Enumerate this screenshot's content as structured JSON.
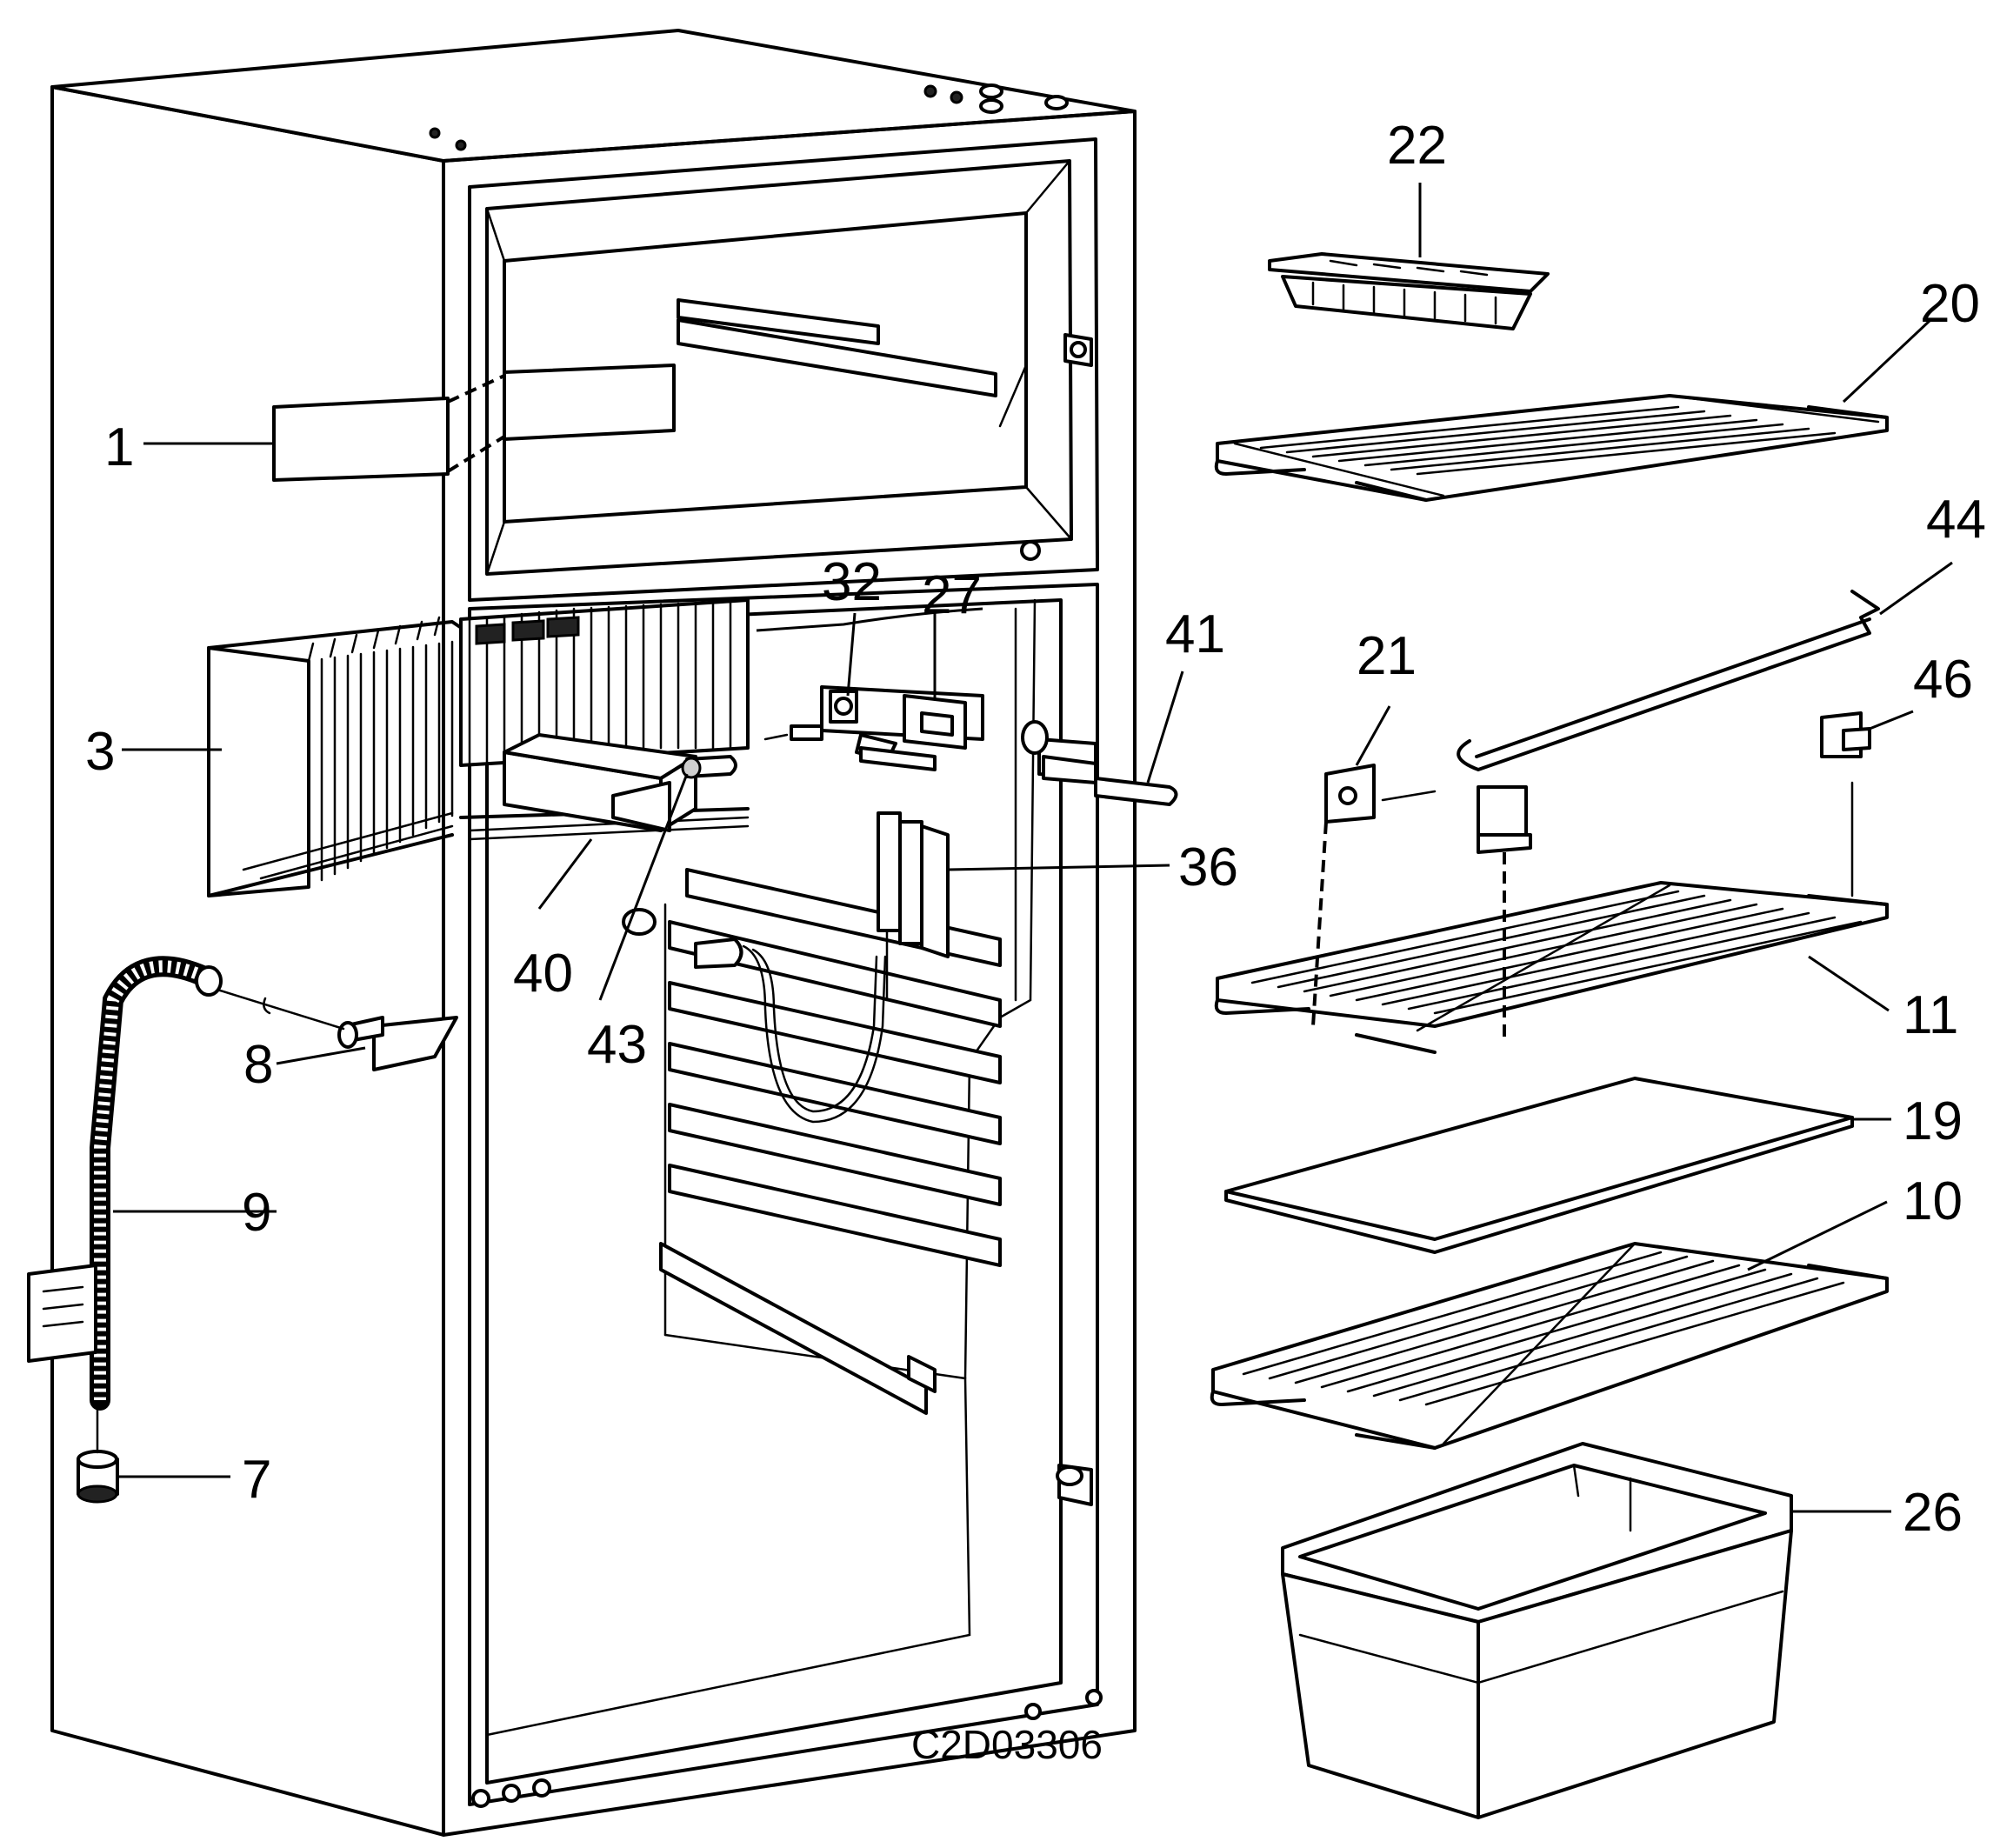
{
  "diagram": {
    "drawing_code": "C2D03306",
    "callouts": [
      "1",
      "3",
      "7",
      "8",
      "9",
      "10",
      "11",
      "19",
      "20",
      "21",
      "22",
      "26",
      "27",
      "32",
      "36",
      "40",
      "41",
      "43",
      "44",
      "46"
    ]
  }
}
